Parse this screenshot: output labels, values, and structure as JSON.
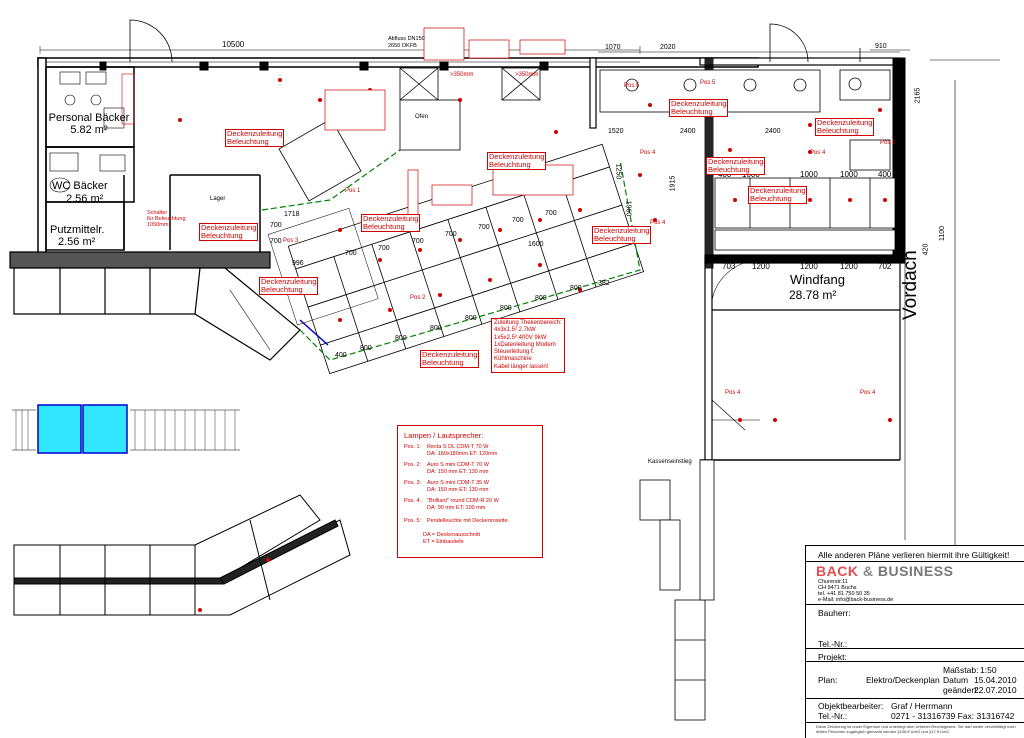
{
  "rooms": {
    "personal": {
      "name": "Personal Bäcker",
      "area": "5.82 m²"
    },
    "wc": {
      "name": "WC Bäcker",
      "area": "2.56 m²"
    },
    "putz": {
      "name": "Putzmittelr.",
      "area": "2.56 m²"
    },
    "lager": "Lager",
    "windfang": {
      "name": "Windfang",
      "area": "28.78 m²"
    },
    "vordach": "Vordach",
    "ofen": "Ofen"
  },
  "dimensions": {
    "top_wall": "10500",
    "right_top_a": "1070",
    "right_top_b": "2020",
    "right_top_c": "910",
    "d1520": "1520",
    "d2400a": "2400",
    "d2400b": "2400",
    "d2165": "2165",
    "d1100": "1100",
    "d420": "420",
    "d1915": "1915",
    "d1600": "1600",
    "d1250": "1250",
    "d1960": "1960",
    "d700a": "700",
    "d700b": "700",
    "d1718": "1718",
    "wind": [
      "703",
      "1200",
      "1200",
      "1200",
      "702"
    ],
    "cab": [
      "400",
      "1000",
      "1000",
      "1000",
      "400"
    ],
    "counter_front": [
      "400",
      "800",
      "800",
      "800",
      "800",
      "800",
      "800",
      "800",
      "382"
    ],
    "counter_back": [
      "996",
      "700",
      "700",
      "700",
      "700",
      "700",
      "700",
      "700"
    ]
  },
  "labels": {
    "abfluss": "Abfluss DN150\n2650 OKFB",
    "schalter": "Schalter\nfür Beleuchtung\n1050mm",
    "deckenzuleitung": "Deckenzuleitung\nBeleuchtung",
    "pos": [
      "Pos 1",
      "Pos 2",
      "Pos 3",
      "Pos 4",
      "Pos 5"
    ],
    "dim350a": ">350mm",
    "dim350b": ">350mm",
    "kassenseinstieg": "Kassenseinstieg",
    "zuleitung": "Zuleitung Thekenbereich:\n4x3x1.5² 2.7kW\n1x5x2.5² 400V 9kW\n1xDatenleitung Modem\nSteuerleitung f.\nKühlmaschine\nKabel länger lassen!"
  },
  "legend": {
    "title": "Lampen / Lautsprecher:",
    "items": [
      {
        "pos": "Pos. 1:",
        "text": "Recta S DL CDM-T 70 W",
        "sub": "DA: 180x180mm     ET: 120mm"
      },
      {
        "pos": "Pos. 2:",
        "text": "Auro S mini CDM-T 70 W",
        "sub": "DA: 150 mm     ET: 130 mm"
      },
      {
        "pos": "Pos. 3:",
        "text": "Auro S mini CDM-T 35 W",
        "sub": "DA: 150 mm     ET: 130 mm"
      },
      {
        "pos": "Pos. 4:",
        "text": "\"Brilliant\" round CDM-R 20 W",
        "sub": "DA: 90 mm     ET: 100 mm"
      },
      {
        "pos": "Pos. 5:",
        "text": "Pendelleuchte mit Deckenrosette.",
        "sub": ""
      }
    ],
    "footnote1": "DA = Deckenausschnitt",
    "footnote2": "ET = Einbautiefe"
  },
  "title_block": {
    "notice": "Alle anderen Pläne verlieren hiermit ihre Gültigkeit!",
    "brand_a": "BACK",
    "brand_amp": "&",
    "brand_b": "BUSINESS",
    "address": "Churerstr.11\nCH 9471 Buchs\ntel. +41 81 750 50 35\ne-Mail: info@back-business.de",
    "bauherr": "Bauherr:",
    "tel_nr": "Tel.-Nr.:",
    "projekt": "Projekt:",
    "massstab_label": "Maßstab:",
    "massstab": "1:50",
    "datum_label": "Datum",
    "datum": "15.04.2010",
    "geaendert_label": "geändert:",
    "geaendert": "22.07.2010",
    "plan_label": "Plan:",
    "plan": "Elektro/Deckenplan",
    "objektbearbeiter_label": "Objektbearbeiter:",
    "objektbearbeiter": "Graf / Herrmann",
    "tel_nr2": "Tel.-Nr.:",
    "phone": "0271 - 31316739  Fax: 31316742",
    "disclaimer": "Diese Zeichnung ist unser Eigentum und unterliegt dem Urheber-Rechtsgesetz. Sie darf weder vervielfältigt noch dritten Personen zugänglich gemacht werden §106 ff UrhG und §17 ff UwG."
  },
  "colors": {
    "wall": "#000000",
    "annotation": "#d00000",
    "outline_green": "#008000",
    "blue": "#0000cc",
    "glass": "#33e6ff"
  }
}
